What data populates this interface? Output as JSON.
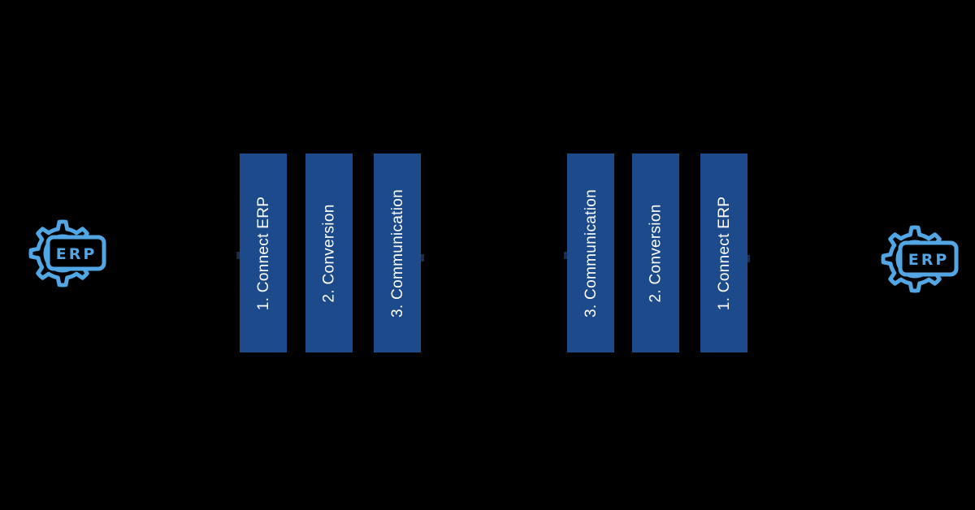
{
  "colors": {
    "background": "#000000",
    "bar": "#1d4a8b",
    "bar_text": "#ffffff",
    "icon_outline": "#53a6e4",
    "connector_mark": "#1b2b4a"
  },
  "left_system": {
    "icon": "gear-erp-icon",
    "label": "ERP"
  },
  "right_system": {
    "icon": "gear-erp-icon",
    "label": "ERP"
  },
  "left_steps": [
    "1. Connect ERP",
    "2. Conversion",
    "3. Communication"
  ],
  "right_steps": [
    "3. Communication",
    "2. Conversion",
    "1. Connect ERP"
  ]
}
